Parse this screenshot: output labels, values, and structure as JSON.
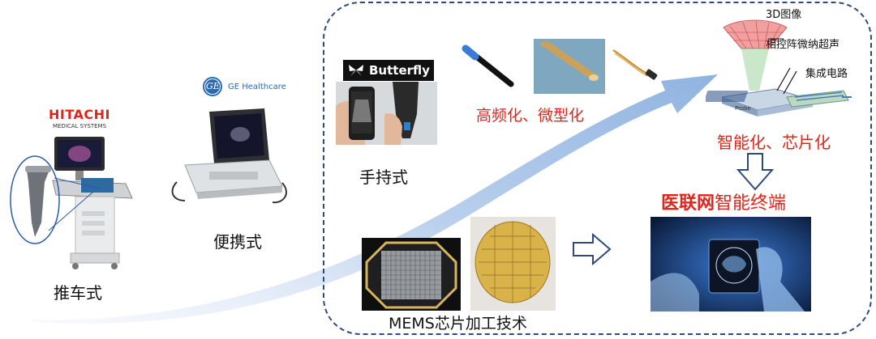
{
  "labels": {
    "cart": "推车式",
    "portable": "便携式",
    "handheld": "手持式",
    "high_freq": "高频化、微型化",
    "intelligent_chip": "智能化、芯片化",
    "iomt_bold": "医联网",
    "iomt_rest": "智能终端",
    "mems": "MEMS芯片加工技术",
    "img3d": "3D图像",
    "phased": "相控阵微纳超声",
    "ic": "集成电路",
    "probe": "Probe"
  },
  "logos": {
    "hitachi": "HITACHI",
    "hitachi_sub": "MEDICAL SYSTEMS",
    "ge_mark": "GE",
    "ge_text": "GE Healthcare",
    "butterfly": "Butterfly"
  },
  "colors": {
    "accent_red": "#e1251b",
    "dash_blue": "#2e4a7d",
    "arrow_blue": "#8fb3e0"
  }
}
